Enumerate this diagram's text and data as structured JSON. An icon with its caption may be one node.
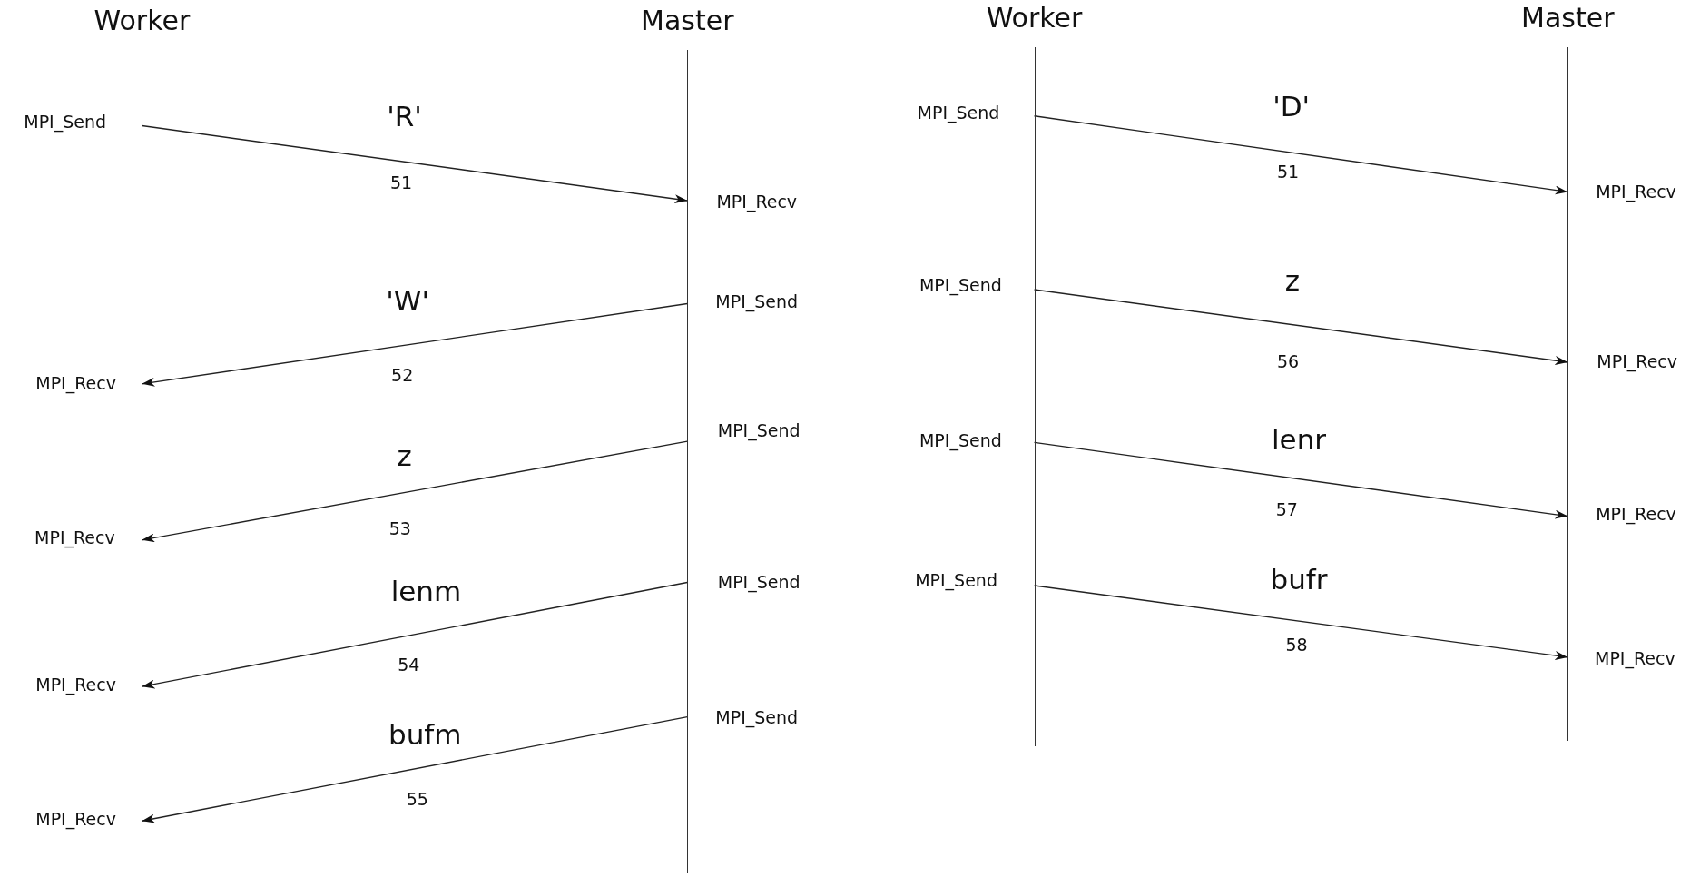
{
  "diagram": {
    "nodes": [
      {
        "text": [
          "Worker"
        ]
      },
      {
        "text": [
          "Master"
        ]
      },
      {
        "text": [
          "Worker"
        ]
      },
      {
        "text": [
          "Master"
        ]
      }
    ],
    "edges": [
      {
        "from": 0,
        "to": 1,
        "arrow": "to",
        "label": "'R'"
      },
      {
        "from": 1,
        "to": 0,
        "arrow": "to",
        "label": "'W'"
      },
      {
        "from": 1,
        "to": 0,
        "arrow": "to",
        "label": "z"
      },
      {
        "from": 1,
        "to": 0,
        "arrow": "to",
        "label": "lenm"
      },
      {
        "from": 1,
        "to": 0,
        "arrow": "to",
        "label": "bufm"
      },
      {
        "from": 2,
        "to": 3,
        "arrow": "to",
        "label": "'D'"
      },
      {
        "from": 2,
        "to": 3,
        "arrow": "to",
        "label": "z"
      },
      {
        "from": 2,
        "to": 3,
        "arrow": "to",
        "label": "lenr"
      },
      {
        "from": 2,
        "to": 3,
        "arrow": "to",
        "label": "bufr"
      }
    ],
    "labels": [
      "MPI_Send",
      "51",
      "MPI_Recv",
      "MPI_Send",
      "52",
      "MPI_Recv",
      "MPI_Send",
      "53",
      "MPI_Recv",
      "MPI_Send",
      "54",
      "MPI_Recv",
      "MPI_Send",
      "55",
      "MPI_Recv",
      "MPI_Send",
      "51",
      "MPI_Recv",
      "MPI_Send",
      "56",
      "MPI_Recv",
      "MPI_Send",
      "57",
      "MPI_Recv",
      "MPI_Send",
      "58",
      "MPI_Recv"
    ]
  }
}
